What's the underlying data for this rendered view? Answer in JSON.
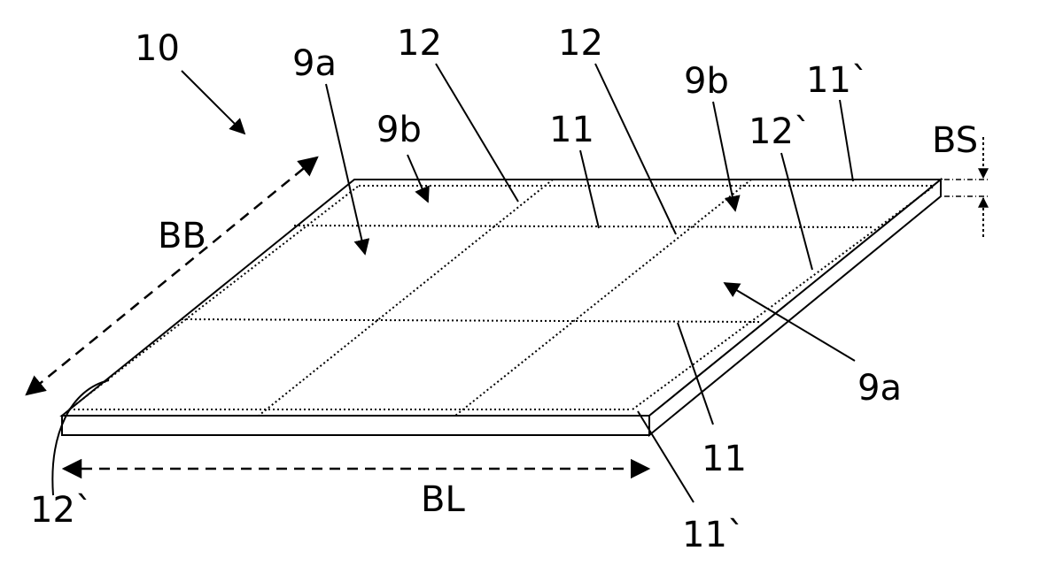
{
  "labels": {
    "ref_10": "10",
    "ref_9a_top": "9a",
    "ref_12_left": "12",
    "ref_12_right": "12",
    "ref_9b_right": "9b",
    "ref_11p_top": "11`",
    "ref_9b_left": "9b",
    "ref_11_top": "11",
    "ref_12p_right": "12`",
    "ref_bs": "BS",
    "ref_bb": "BB",
    "ref_9a_right": "9a",
    "ref_11_bottom": "11",
    "ref_12p_left": "12`",
    "ref_bl": "BL",
    "ref_11p_bottom": "11`"
  }
}
